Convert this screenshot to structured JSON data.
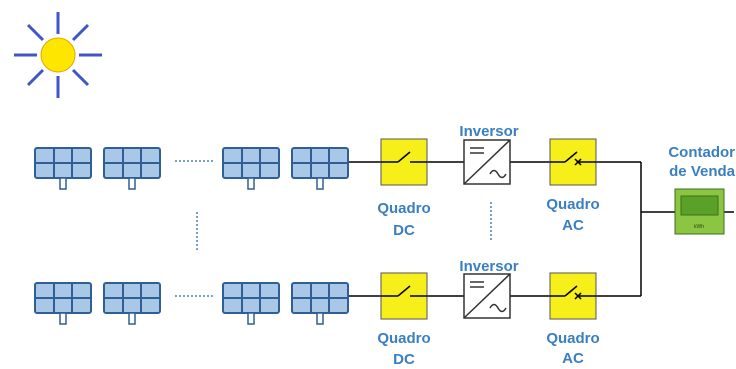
{
  "labels": {
    "inverter": "Inversor",
    "dc_board_line1": "Quadro",
    "dc_board_line2": "DC",
    "ac_board_line1": "Quadro",
    "ac_board_line2": "AC",
    "meter_line1": "Contador",
    "meter_line2": "de Venda",
    "meter_unit": "kWh"
  },
  "colors": {
    "label": "#3a7fc0",
    "sun_core": "#ffe600",
    "sun_rays": "#3f55c8",
    "panel_fill": "#a9c7e6",
    "panel_stroke": "#2f5f95",
    "box_yellow": "#f7ef1a",
    "meter_green": "#8bc541",
    "wire": "#000000",
    "dots": "#4a80c2"
  },
  "icons": [
    "sun-icon",
    "solar-panel-icon",
    "switch-icon",
    "inverter-icon",
    "energy-meter-icon"
  ]
}
